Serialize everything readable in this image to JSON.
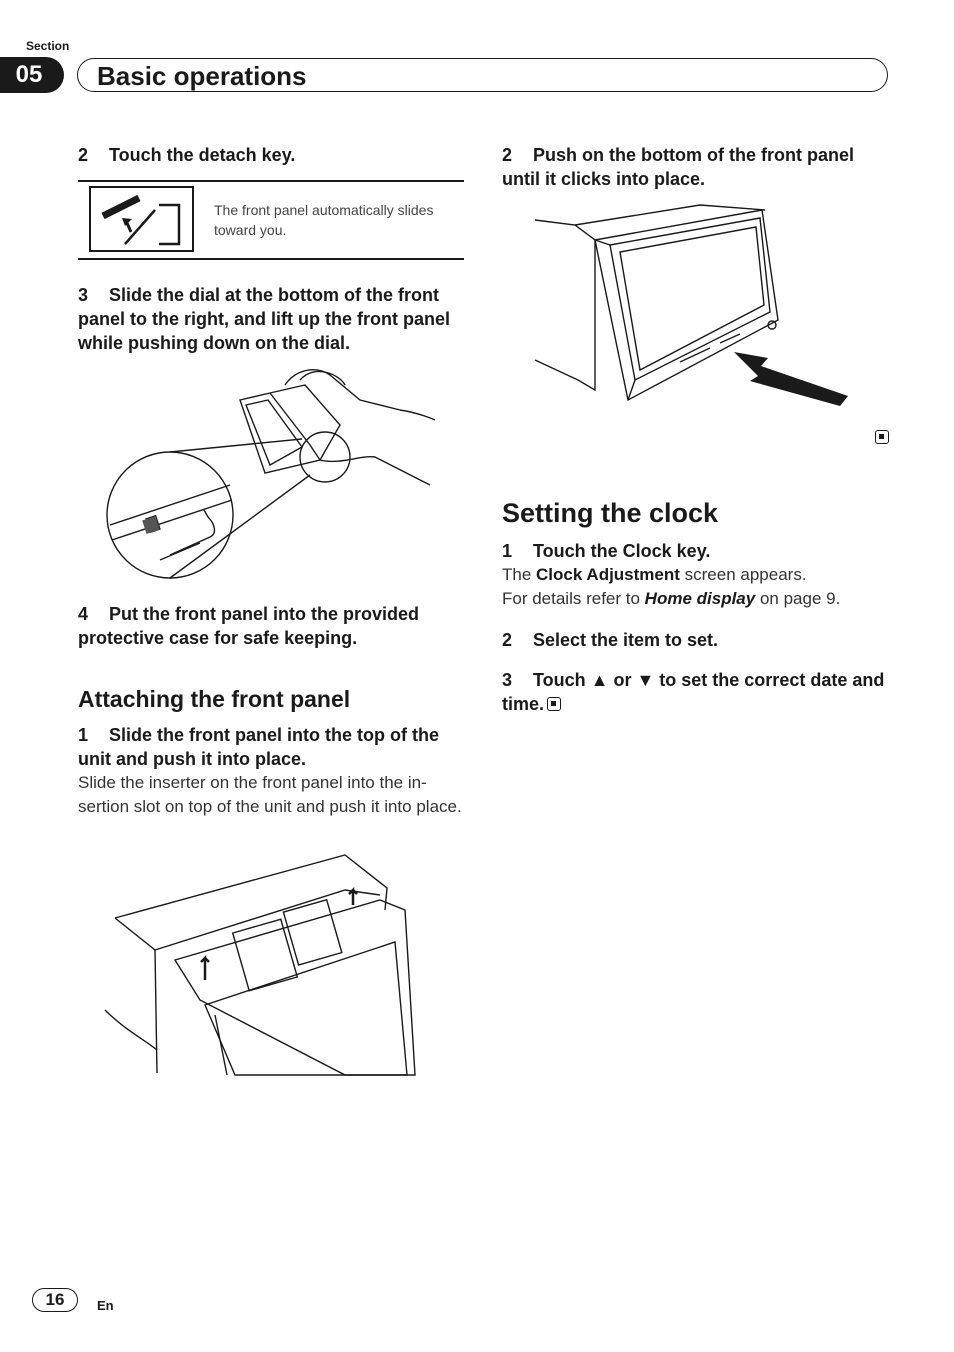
{
  "header": {
    "section_label": "Section",
    "section_number": "05",
    "section_title": "Basic operations"
  },
  "left": {
    "step2": {
      "num": "2",
      "text": "Touch the detach key."
    },
    "detach_note": "The front panel automatically slides toward you.",
    "step3": {
      "num": "3",
      "text": "Slide the dial at the bottom of the front panel to the right, and lift up the front panel while pushing down on the dial."
    },
    "step4": {
      "num": "4",
      "text": "Put the front panel into the provided protective case for safe keeping."
    },
    "attach_heading": "Attaching the front panel",
    "attach_step1": {
      "num": "1",
      "text": "Slide the front panel into the top of the unit and push it into place."
    },
    "attach_body": "Slide the inserter on the front panel into the in-sertion slot on top of the unit and push it into place."
  },
  "right": {
    "step2": {
      "num": "2",
      "text": "Push on the bottom of the front panel until it clicks into place."
    },
    "clock_heading": "Setting the clock",
    "clock_step1": {
      "num": "1",
      "text": "Touch the Clock key."
    },
    "clock_body1": {
      "pre": "The ",
      "bold": "Clock Adjustment",
      "post": " screen appears."
    },
    "clock_body2": {
      "pre": "For details refer to ",
      "bold_italic": "Home display",
      "post": " on page 9."
    },
    "clock_step2": {
      "num": "2",
      "text": "Select the item to set."
    },
    "clock_step3": {
      "num": "3",
      "text": "Touch ▲ or ▼ to set the correct date and time."
    }
  },
  "footer": {
    "page_number": "16",
    "language": "En"
  }
}
